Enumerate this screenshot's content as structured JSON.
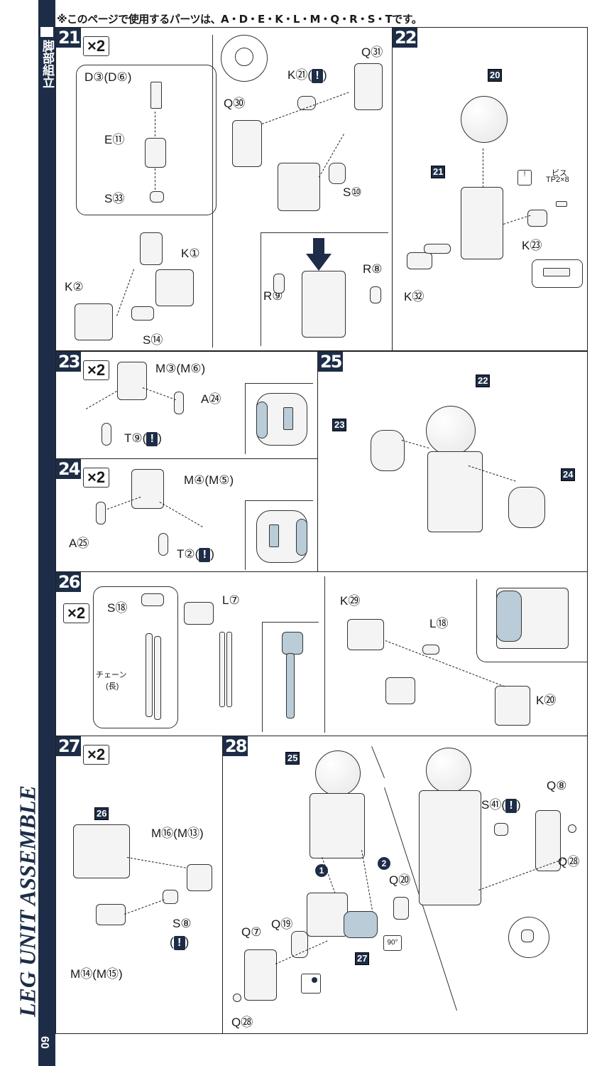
{
  "page": {
    "notice": "※このページで使用するパーツは、A・D・E・K・L・M・Q・R・S・Tです。",
    "section_jp": "脚部組立",
    "section_en": "LEG UNIT ASSEMBLE",
    "page_number": "09",
    "accent_color": "#1d2d47"
  },
  "steps": {
    "s21": {
      "number": "21",
      "multiplier": "×2",
      "labels": {
        "d3": "D③(D⑥)",
        "e11": "E⑪",
        "s33": "S㉝",
        "k1": "K①",
        "k2": "K②",
        "s14": "S⑭",
        "k21": "K㉑(",
        "k21_close": ")",
        "q30": "Q㉚",
        "q31": "Q㉛",
        "s10": "S⑩",
        "r9": "R⑨",
        "r8": "R⑧"
      }
    },
    "s22": {
      "number": "22",
      "ref20": "20",
      "ref21": "21",
      "screw_name": "ビス",
      "screw_spec": "TP2×8",
      "k23": "K㉓",
      "k32": "K㉜"
    },
    "s23": {
      "number": "23",
      "multiplier": "×2",
      "m3": "M③(M⑥)",
      "a24": "A㉔",
      "t9": "T⑨(",
      "t9_close": ")"
    },
    "s24": {
      "number": "24",
      "multiplier": "×2",
      "m4": "M④(M⑤)",
      "a25": "A㉕",
      "t2": "T②(",
      "t2_close": ")"
    },
    "s25": {
      "number": "25",
      "ref22": "22",
      "ref23": "23",
      "ref24": "24"
    },
    "s26": {
      "number": "26",
      "multiplier": "×2",
      "s18": "S⑱",
      "chain_label": "チェーン",
      "chain_sub": "(長)",
      "l7": "L⑦",
      "k29": "K㉙",
      "l18": "L⑱",
      "k20": "K⑳"
    },
    "s27": {
      "number": "27",
      "multiplier": "×2",
      "ref26": "26",
      "m16": "M⑯(M⑬)",
      "m14": "M⑭(M⑮)",
      "s8": "S⑧",
      "s8_open": "(",
      "s8_close": ")"
    },
    "s28": {
      "number": "28",
      "ref25": "25",
      "ref27": "27",
      "order1": "1",
      "order2": "2",
      "q20": "Q⑳",
      "q19": "Q⑲",
      "q7": "Q⑦",
      "q28a": "Q㉘",
      "q28b": "Q㉘",
      "q8": "Q⑧",
      "s41": "S㊶(",
      "s41_close": ")",
      "rotate": "90°"
    },
    "warn_glyph": "!"
  }
}
